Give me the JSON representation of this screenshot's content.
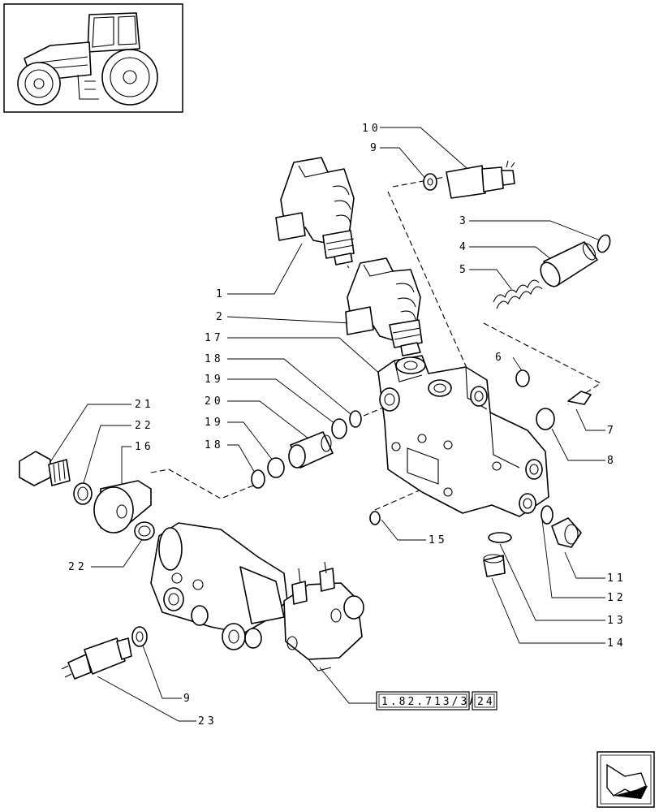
{
  "reference": {
    "code": "1.82.713/3A",
    "page": "24"
  },
  "callouts": [
    {
      "id": "c10",
      "text": "10"
    },
    {
      "id": "c9a",
      "text": "9"
    },
    {
      "id": "c3",
      "text": "3"
    },
    {
      "id": "c4",
      "text": "4"
    },
    {
      "id": "c5",
      "text": "5"
    },
    {
      "id": "c1",
      "text": "1"
    },
    {
      "id": "c2",
      "text": "2"
    },
    {
      "id": "c17",
      "text": "17"
    },
    {
      "id": "c18a",
      "text": "18"
    },
    {
      "id": "c19a",
      "text": "19"
    },
    {
      "id": "c20",
      "text": "20"
    },
    {
      "id": "c19b",
      "text": "19"
    },
    {
      "id": "c18b",
      "text": "18"
    },
    {
      "id": "c21",
      "text": "21"
    },
    {
      "id": "c22a",
      "text": "22"
    },
    {
      "id": "c16",
      "text": "16"
    },
    {
      "id": "c22b",
      "text": "22"
    },
    {
      "id": "c6",
      "text": "6"
    },
    {
      "id": "c7",
      "text": "7"
    },
    {
      "id": "c8",
      "text": "8"
    },
    {
      "id": "c15",
      "text": "15"
    },
    {
      "id": "c11",
      "text": "11"
    },
    {
      "id": "c12",
      "text": "12"
    },
    {
      "id": "c13",
      "text": "13"
    },
    {
      "id": "c14",
      "text": "14"
    },
    {
      "id": "c9b",
      "text": "9"
    },
    {
      "id": "c23",
      "text": "23"
    }
  ],
  "icons": {
    "thumbnail": "tractor-thumbnail-icon",
    "nav": "next-page-arrow-icon"
  }
}
